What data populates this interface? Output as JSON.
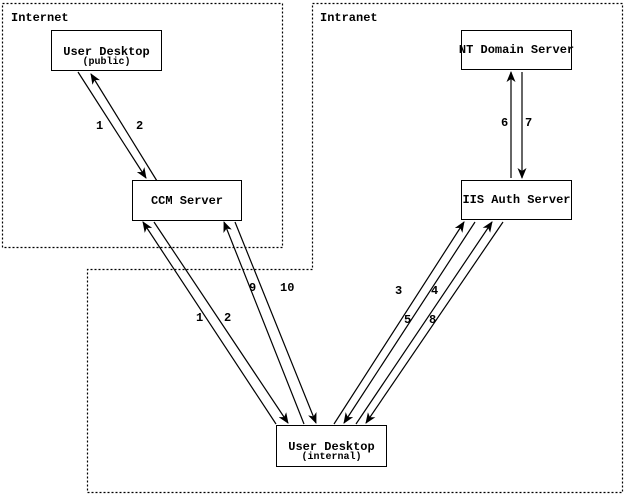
{
  "regions": {
    "internet": {
      "label": "Internet"
    },
    "intranet": {
      "label": "Intranet"
    }
  },
  "nodes": {
    "user_desktop_public": {
      "title": "User Desktop",
      "subtitle": "(public)"
    },
    "ccm_server": {
      "title": "CCM Server"
    },
    "nt_domain_server": {
      "title": "NT Domain Server"
    },
    "iis_auth_server": {
      "title": "IIS Auth Server"
    },
    "user_desktop_internal": {
      "title": "User Desktop",
      "subtitle": "(internal)"
    }
  },
  "edges": [
    {
      "label": "1",
      "from": "user_desktop_public",
      "to": "ccm_server"
    },
    {
      "label": "2",
      "from": "ccm_server",
      "to": "user_desktop_public"
    },
    {
      "label": "1",
      "from": "user_desktop_internal",
      "to": "ccm_server"
    },
    {
      "label": "2",
      "from": "ccm_server",
      "to": "user_desktop_internal"
    },
    {
      "label": "9",
      "from": "user_desktop_internal",
      "to": "ccm_server"
    },
    {
      "label": "10",
      "from": "ccm_server",
      "to": "user_desktop_internal"
    },
    {
      "label": "3",
      "from": "user_desktop_internal",
      "to": "iis_auth_server"
    },
    {
      "label": "4",
      "from": "iis_auth_server",
      "to": "user_desktop_internal"
    },
    {
      "label": "5",
      "from": "user_desktop_internal",
      "to": "iis_auth_server"
    },
    {
      "label": "8",
      "from": "iis_auth_server",
      "to": "user_desktop_internal"
    },
    {
      "label": "6",
      "from": "iis_auth_server",
      "to": "nt_domain_server"
    },
    {
      "label": "7",
      "from": "nt_domain_server",
      "to": "iis_auth_server"
    }
  ],
  "colors": {
    "ink": "#000000",
    "background": "#ffffff"
  }
}
